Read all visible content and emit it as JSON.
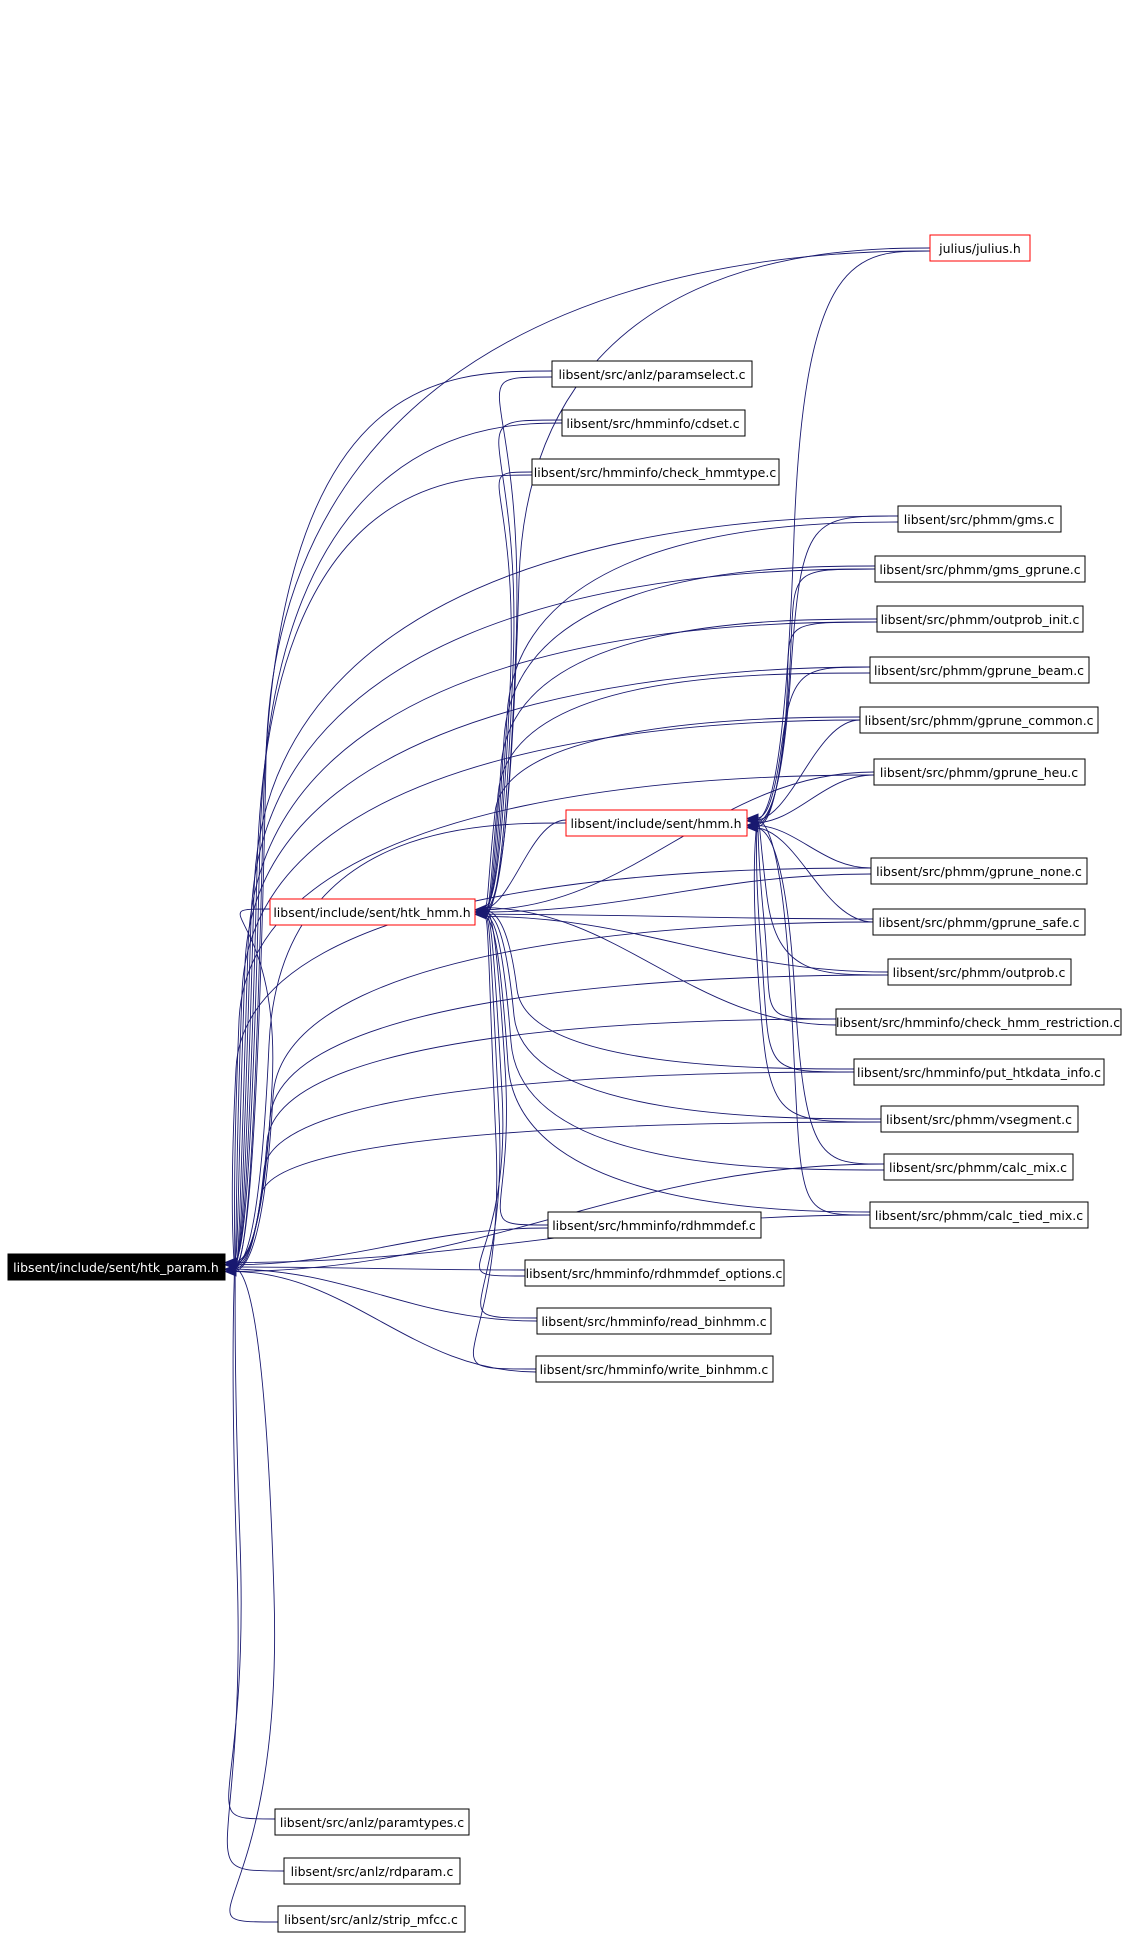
{
  "colors": {
    "edge": "#191970",
    "node_border": "#000000",
    "highlight_border": "#ff0000",
    "root_fill": "#000000",
    "root_text": "#ffffff",
    "background": "#ffffff"
  },
  "nodes": [
    {
      "id": "htk_param",
      "label": "libsent/include/sent/htk_param.h",
      "style": "root"
    },
    {
      "id": "htk_hmm",
      "label": "libsent/include/sent/htk_hmm.h",
      "style": "highlight"
    },
    {
      "id": "hmm",
      "label": "libsent/include/sent/hmm.h",
      "style": "highlight"
    },
    {
      "id": "julius",
      "label": "julius/julius.h",
      "style": "highlight"
    },
    {
      "id": "paramselect",
      "label": "libsent/src/anlz/paramselect.c",
      "style": "normal"
    },
    {
      "id": "cdset",
      "label": "libsent/src/hmminfo/cdset.c",
      "style": "normal"
    },
    {
      "id": "check_hmmtype",
      "label": "libsent/src/hmminfo/check_hmmtype.c",
      "style": "normal"
    },
    {
      "id": "gms",
      "label": "libsent/src/phmm/gms.c",
      "style": "normal"
    },
    {
      "id": "gms_gprune",
      "label": "libsent/src/phmm/gms_gprune.c",
      "style": "normal"
    },
    {
      "id": "outprob_init",
      "label": "libsent/src/phmm/outprob_init.c",
      "style": "normal"
    },
    {
      "id": "gprune_beam",
      "label": "libsent/src/phmm/gprune_beam.c",
      "style": "normal"
    },
    {
      "id": "gprune_common",
      "label": "libsent/src/phmm/gprune_common.c",
      "style": "normal"
    },
    {
      "id": "gprune_heu",
      "label": "libsent/src/phmm/gprune_heu.c",
      "style": "normal"
    },
    {
      "id": "gprune_none",
      "label": "libsent/src/phmm/gprune_none.c",
      "style": "normal"
    },
    {
      "id": "gprune_safe",
      "label": "libsent/src/phmm/gprune_safe.c",
      "style": "normal"
    },
    {
      "id": "outprob",
      "label": "libsent/src/phmm/outprob.c",
      "style": "normal"
    },
    {
      "id": "check_hmm_restriction",
      "label": "libsent/src/hmminfo/check_hmm_restriction.c",
      "style": "normal"
    },
    {
      "id": "put_htkdata_info",
      "label": "libsent/src/hmminfo/put_htkdata_info.c",
      "style": "normal"
    },
    {
      "id": "vsegment",
      "label": "libsent/src/phmm/vsegment.c",
      "style": "normal"
    },
    {
      "id": "calc_mix",
      "label": "libsent/src/phmm/calc_mix.c",
      "style": "normal"
    },
    {
      "id": "calc_tied_mix",
      "label": "libsent/src/phmm/calc_tied_mix.c",
      "style": "normal"
    },
    {
      "id": "rdhmmdef",
      "label": "libsent/src/hmminfo/rdhmmdef.c",
      "style": "normal"
    },
    {
      "id": "rdhmmdef_options",
      "label": "libsent/src/hmminfo/rdhmmdef_options.c",
      "style": "normal"
    },
    {
      "id": "read_binhmm",
      "label": "libsent/src/hmminfo/read_binhmm.c",
      "style": "normal"
    },
    {
      "id": "write_binhmm",
      "label": "libsent/src/hmminfo/write_binhmm.c",
      "style": "normal"
    },
    {
      "id": "paramtypes",
      "label": "libsent/src/anlz/paramtypes.c",
      "style": "normal"
    },
    {
      "id": "rdparam",
      "label": "libsent/src/anlz/rdparam.c",
      "style": "normal"
    },
    {
      "id": "strip_mfcc",
      "label": "libsent/src/anlz/strip_mfcc.c",
      "style": "normal"
    }
  ],
  "edges": [
    {
      "from": "htk_hmm",
      "to": "htk_param"
    },
    {
      "from": "hmm",
      "to": "htk_param"
    },
    {
      "from": "julius",
      "to": "htk_param"
    },
    {
      "from": "paramselect",
      "to": "htk_param"
    },
    {
      "from": "cdset",
      "to": "htk_param"
    },
    {
      "from": "check_hmmtype",
      "to": "htk_param"
    },
    {
      "from": "gms",
      "to": "htk_param"
    },
    {
      "from": "gms_gprune",
      "to": "htk_param"
    },
    {
      "from": "outprob_init",
      "to": "htk_param"
    },
    {
      "from": "gprune_beam",
      "to": "htk_param"
    },
    {
      "from": "gprune_common",
      "to": "htk_param"
    },
    {
      "from": "gprune_heu",
      "to": "htk_param"
    },
    {
      "from": "gprune_none",
      "to": "htk_param"
    },
    {
      "from": "gprune_safe",
      "to": "htk_param"
    },
    {
      "from": "outprob",
      "to": "htk_param"
    },
    {
      "from": "check_hmm_restriction",
      "to": "htk_param"
    },
    {
      "from": "put_htkdata_info",
      "to": "htk_param"
    },
    {
      "from": "vsegment",
      "to": "htk_param"
    },
    {
      "from": "calc_mix",
      "to": "htk_param"
    },
    {
      "from": "calc_tied_mix",
      "to": "htk_param"
    },
    {
      "from": "rdhmmdef",
      "to": "htk_param"
    },
    {
      "from": "rdhmmdef_options",
      "to": "htk_param"
    },
    {
      "from": "read_binhmm",
      "to": "htk_param"
    },
    {
      "from": "write_binhmm",
      "to": "htk_param"
    },
    {
      "from": "paramtypes",
      "to": "htk_param"
    },
    {
      "from": "rdparam",
      "to": "htk_param"
    },
    {
      "from": "strip_mfcc",
      "to": "htk_param"
    },
    {
      "from": "hmm",
      "to": "htk_hmm"
    },
    {
      "from": "julius",
      "to": "htk_hmm"
    },
    {
      "from": "paramselect",
      "to": "htk_hmm"
    },
    {
      "from": "cdset",
      "to": "htk_hmm"
    },
    {
      "from": "check_hmmtype",
      "to": "htk_hmm"
    },
    {
      "from": "gms",
      "to": "htk_hmm"
    },
    {
      "from": "gms_gprune",
      "to": "htk_hmm"
    },
    {
      "from": "outprob_init",
      "to": "htk_hmm"
    },
    {
      "from": "gprune_beam",
      "to": "htk_hmm"
    },
    {
      "from": "gprune_common",
      "to": "htk_hmm"
    },
    {
      "from": "gprune_heu",
      "to": "htk_hmm"
    },
    {
      "from": "gprune_none",
      "to": "htk_hmm"
    },
    {
      "from": "gprune_safe",
      "to": "htk_hmm"
    },
    {
      "from": "outprob",
      "to": "htk_hmm"
    },
    {
      "from": "check_hmm_restriction",
      "to": "htk_hmm"
    },
    {
      "from": "put_htkdata_info",
      "to": "htk_hmm"
    },
    {
      "from": "vsegment",
      "to": "htk_hmm"
    },
    {
      "from": "calc_mix",
      "to": "htk_hmm"
    },
    {
      "from": "calc_tied_mix",
      "to": "htk_hmm"
    },
    {
      "from": "rdhmmdef",
      "to": "htk_hmm"
    },
    {
      "from": "rdhmmdef_options",
      "to": "htk_hmm"
    },
    {
      "from": "read_binhmm",
      "to": "htk_hmm"
    },
    {
      "from": "write_binhmm",
      "to": "htk_hmm"
    },
    {
      "from": "julius",
      "to": "hmm"
    },
    {
      "from": "gms",
      "to": "hmm"
    },
    {
      "from": "gms_gprune",
      "to": "hmm"
    },
    {
      "from": "outprob_init",
      "to": "hmm"
    },
    {
      "from": "gprune_beam",
      "to": "hmm"
    },
    {
      "from": "gprune_common",
      "to": "hmm"
    },
    {
      "from": "gprune_heu",
      "to": "hmm"
    },
    {
      "from": "gprune_none",
      "to": "hmm"
    },
    {
      "from": "gprune_safe",
      "to": "hmm"
    },
    {
      "from": "outprob",
      "to": "hmm"
    },
    {
      "from": "check_hmm_restriction",
      "to": "hmm"
    },
    {
      "from": "put_htkdata_info",
      "to": "hmm"
    },
    {
      "from": "vsegment",
      "to": "hmm"
    },
    {
      "from": "calc_mix",
      "to": "hmm"
    },
    {
      "from": "calc_tied_mix",
      "to": "hmm"
    }
  ]
}
